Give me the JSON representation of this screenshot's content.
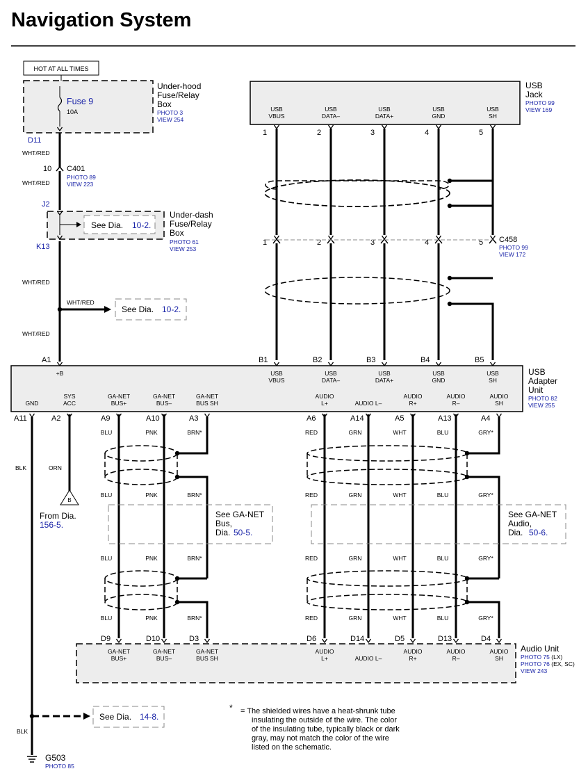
{
  "title": "Navigation System",
  "hot_label": "HOT AT ALL TIMES",
  "fuse_box": {
    "l1": "Under-hood",
    "l2": "Fuse/Relay",
    "l3": "Box",
    "photo": "PHOTO 3",
    "view": "VIEW 254",
    "fuse": "Fuse 9",
    "amp": "10A",
    "pin": "D11"
  },
  "wht_red": "WHT/RED",
  "c401": {
    "pin": "10",
    "name": "C401",
    "photo": "PHOTO 89",
    "view": "VIEW 223"
  },
  "underdash": {
    "l1": "Under-dash",
    "l2": "Fuse/Relay",
    "l3": "Box",
    "photo": "PHOTO 61",
    "view": "VIEW 253",
    "pin_top": "J2",
    "pin_bot": "K13",
    "see": "See Dia.",
    "ref": "10-2."
  },
  "see_10_2": {
    "see": "See Dia.",
    "ref": "10-2."
  },
  "usb_jack": {
    "l1": "USB",
    "l2": "Jack",
    "photo": "PHOTO 99",
    "view": "VIEW 169",
    "pins": [
      {
        "n": "1",
        "a": "USB",
        "b": "VBUS"
      },
      {
        "n": "2",
        "a": "USB",
        "b": "DATA–"
      },
      {
        "n": "3",
        "a": "USB",
        "b": "DATA+"
      },
      {
        "n": "4",
        "a": "USB",
        "b": "GND"
      },
      {
        "n": "5",
        "a": "USB",
        "b": "SH"
      }
    ]
  },
  "c458": {
    "name": "C458",
    "photo": "PHOTO 99",
    "view": "VIEW 172",
    "pins": [
      "1",
      "2",
      "3",
      "4",
      "5"
    ]
  },
  "adapter": {
    "l1": "USB",
    "l2": "Adapter",
    "l3": "Unit",
    "photo": "PHOTO 82",
    "view": "VIEW 255",
    "top_pins": [
      "A1",
      "B1",
      "B2",
      "B3",
      "B4",
      "B5"
    ],
    "top_labels": [
      {
        "a": "+B",
        "b": ""
      },
      {
        "a": "USB",
        "b": "VBUS"
      },
      {
        "a": "USB",
        "b": "DATA–"
      },
      {
        "a": "USB",
        "b": "DATA+"
      },
      {
        "a": "USB",
        "b": "GND"
      },
      {
        "a": "USB",
        "b": "SH"
      }
    ],
    "bot_labels": [
      {
        "a": "",
        "b": "GND"
      },
      {
        "a": "SYS",
        "b": "ACC"
      },
      {
        "a": "GA-NET",
        "b": "BUS+"
      },
      {
        "a": "GA-NET",
        "b": "BUS–"
      },
      {
        "a": "GA-NET",
        "b": "BUS SH"
      },
      {
        "a": "AUDIO",
        "b": "L+"
      },
      {
        "a": "",
        "b": "AUDIO L–"
      },
      {
        "a": "AUDIO",
        "b": "R+"
      },
      {
        "a": "AUDIO",
        "b": "R–"
      },
      {
        "a": "AUDIO",
        "b": "SH"
      }
    ],
    "bot_pins": [
      "A11",
      "A2",
      "A9",
      "A10",
      "A3",
      "A6",
      "A14",
      "A5",
      "A13",
      "A4"
    ]
  },
  "colors": {
    "blk": "BLK",
    "orn": "ORN",
    "ganet": [
      "BLU",
      "PNK",
      "BRN*"
    ],
    "audio": [
      "RED",
      "GRN",
      "WHT",
      "BLU",
      "GRY*"
    ]
  },
  "from_dia": {
    "l1": "From Dia.",
    "l2": "156-5.",
    "tri": "B"
  },
  "ganet_note": {
    "l1": "See GA-NET",
    "l2": "Bus,",
    "l3": "Dia.",
    "ref": "50-5."
  },
  "audio_note": {
    "l1": "See GA-NET",
    "l2": "Audio,",
    "l3": "Dia.",
    "ref": "50-6."
  },
  "audio_unit": {
    "name": "Audio Unit",
    "p1": "PHOTO 75",
    "p1s": " (LX)",
    "p2": "PHOTO 76",
    "p2s": " (EX, SC)",
    "view": "VIEW 243",
    "pins": [
      "D9",
      "D10",
      "D3",
      "D6",
      "D14",
      "D5",
      "D13",
      "D4"
    ],
    "labels": [
      {
        "a": "GA-NET",
        "b": "BUS+"
      },
      {
        "a": "GA-NET",
        "b": "BUS–"
      },
      {
        "a": "GA-NET",
        "b": "BUS SH"
      },
      {
        "a": "AUDIO",
        "b": "L+"
      },
      {
        "a": "",
        "b": "AUDIO L–"
      },
      {
        "a": "AUDIO",
        "b": "R+"
      },
      {
        "a": "AUDIO",
        "b": "R–"
      },
      {
        "a": "AUDIO",
        "b": "SH"
      }
    ]
  },
  "see_14_8": {
    "see": "See Dia.",
    "ref": "14-8."
  },
  "ground": {
    "name": "G503",
    "photo": "PHOTO 85"
  },
  "footnote": {
    "star": "*",
    "lines": [
      "= The shielded wires have a heat-shrunk tube",
      "insulating the outside of the wire.  The color",
      "of the insulating tube, typically black or dark",
      "gray, may not match the color of the wire",
      "listed on the schematic."
    ]
  }
}
